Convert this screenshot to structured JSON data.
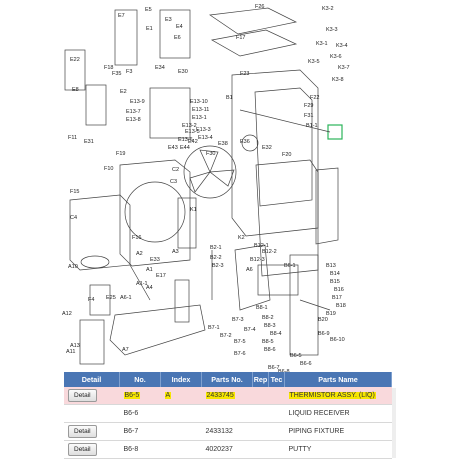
{
  "diagram": {
    "labels": [
      "E7",
      "E5",
      "E3",
      "F26",
      "K3-2",
      "E4",
      "K3-3",
      "E1",
      "E6",
      "F17",
      "K3-1",
      "K3-4",
      "E22",
      "F18",
      "K3-6",
      "K3-5",
      "K3-7",
      "F35",
      "F3",
      "E34",
      "E30",
      "K3-8",
      "E8",
      "E2",
      "E13-9",
      "E13-10",
      "E13-11",
      "E13-1",
      "E13-7",
      "E13-8",
      "E13-2",
      "E13-5",
      "E13-3",
      "E13-4",
      "E13-6",
      "F23",
      "B1",
      "F22",
      "F29",
      "F31",
      "B1-1",
      "F11",
      "E31",
      "E43",
      "E44",
      "E42",
      "E38",
      "E36",
      "E32",
      "F20",
      "F10",
      "F19",
      "F30",
      "C2",
      "C3",
      "F15",
      "C4",
      "F16",
      "K1",
      "K2",
      "A2",
      "A3",
      "E33",
      "E17",
      "B12-1",
      "B12-2",
      "B12-3",
      "B2-1",
      "B2-2",
      "B2-3",
      "A1",
      "A1-1",
      "A4",
      "A6-1",
      "A10",
      "A12",
      "A13",
      "E25",
      "F4",
      "A6",
      "B13",
      "B14",
      "B15",
      "B16",
      "B17",
      "B18",
      "B19",
      "B20",
      "A11",
      "A7",
      "B6-1",
      "B6-9",
      "B6-10",
      "B6-5",
      "B6-6",
      "B6-7",
      "B6-8",
      "B7-1",
      "B7-2",
      "B7-3",
      "B7-4",
      "B7-5",
      "B7-6",
      "B8-1",
      "B8-2",
      "B8-3",
      "B8-4",
      "B8-5",
      "B8-6"
    ]
  },
  "table": {
    "headers": [
      "Detail",
      "No.",
      "Index",
      "Parts No.",
      "Rep",
      "Tec",
      "Parts Name"
    ],
    "rows": [
      {
        "detail": "Detail",
        "no": "B6-5",
        "index": "A",
        "parts_no": "2433745",
        "rep": "",
        "tec": "",
        "name": "THERMISTOR ASSY. (LIQ)",
        "has_button": true,
        "selected": true
      },
      {
        "detail": "",
        "no": "B6-6",
        "index": "",
        "parts_no": "",
        "rep": "",
        "tec": "",
        "name": "LIQUID RECEIVER",
        "has_button": false,
        "selected": false
      },
      {
        "detail": "Detail",
        "no": "B6-7",
        "index": "",
        "parts_no": "2433132",
        "rep": "",
        "tec": "",
        "name": "PIPING FIXTURE",
        "has_button": true,
        "selected": false
      },
      {
        "detail": "Detail",
        "no": "B6-8",
        "index": "",
        "parts_no": "4020237",
        "rep": "",
        "tec": "",
        "name": "PUTTY",
        "has_button": true,
        "selected": false
      }
    ]
  },
  "colors": {
    "header": "#4a76b4",
    "selected_row": "#f9d9dc",
    "highlight": "#f6e600",
    "diagram_highlight": "#2bb35a"
  }
}
